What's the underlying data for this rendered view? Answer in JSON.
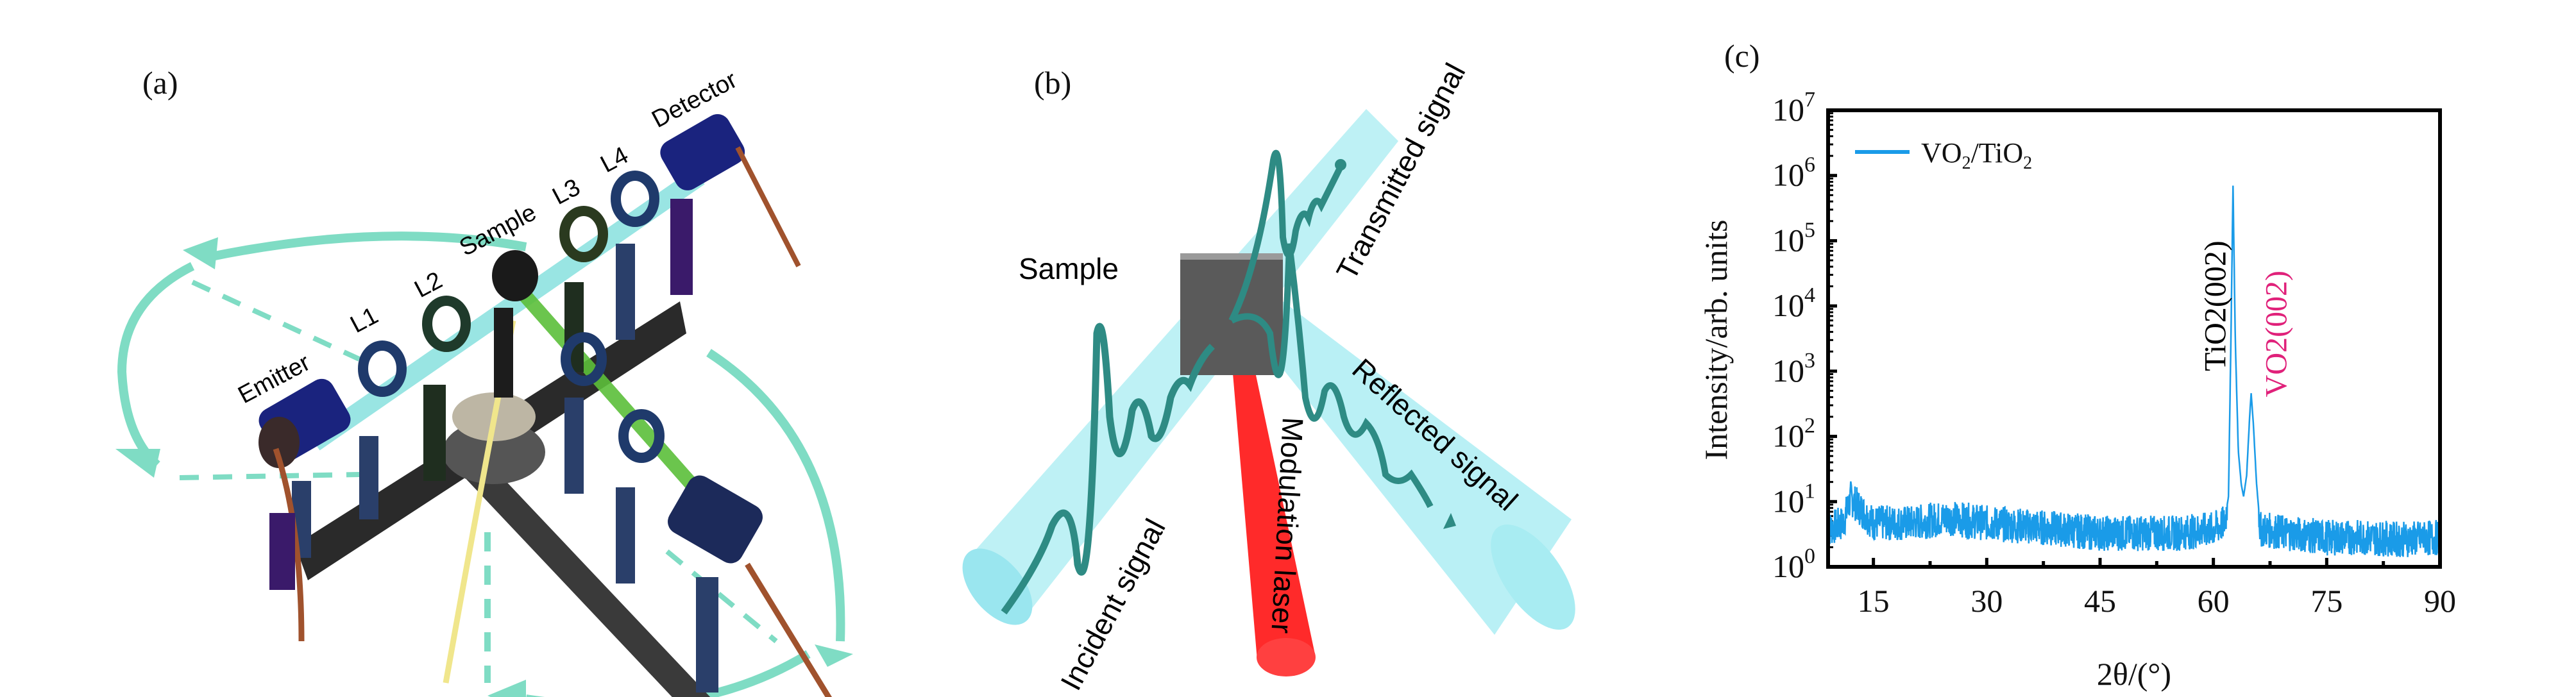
{
  "figure": {
    "panels": [
      {
        "label": "(a)",
        "type": "diagram",
        "components": [
          "Emitter",
          "L1",
          "L2",
          "Sample",
          "L3",
          "L4",
          "Detector"
        ]
      },
      {
        "label": "(b)",
        "type": "diagram",
        "components": [
          "Sample",
          "Incident signal",
          "Transmitted signal",
          "Reflected signal",
          "Modulation laser"
        ]
      },
      {
        "label": "(c)",
        "type": "chart"
      }
    ]
  },
  "panel_a": {
    "label": "(a)",
    "emitter": "Emitter",
    "l1": "L1",
    "l2": "L2",
    "sample": "Sample",
    "l3": "L3",
    "l4": "L4",
    "detector": "Detector",
    "colors": {
      "beam": "#8fe3e0",
      "arrow": "#7fdcc4",
      "lens_mount": "#1f3a6b",
      "emitter_body": "#1a237e",
      "rail": "#2a2a2a",
      "cable": "#a0522d",
      "green_beam": "#5cbf3a",
      "yellow_fiber": "#f0e68c"
    }
  },
  "panel_b": {
    "label": "(b)",
    "sample": "Sample",
    "incident": "Incident signal",
    "transmitted": "Transmitted signal",
    "reflected": "Reflected signal",
    "modulation": "Modulation laser",
    "colors": {
      "beam": "#a8ecf2",
      "wave": "#2e8b84",
      "laser": "#ff2020",
      "sample": "#5a5a5a"
    }
  },
  "chart_data": {
    "type": "line",
    "label": "(c)",
    "title": "",
    "xlabel": "2θ/(°)",
    "ylabel": "Intensity/arb. units",
    "xlim": [
      9,
      90
    ],
    "ylim": [
      1,
      10000000
    ],
    "yscale": "log",
    "xticks": [
      15,
      30,
      45,
      60,
      75,
      90
    ],
    "yticks": [
      "10^0",
      "10^1",
      "10^2",
      "10^3",
      "10^4",
      "10^5",
      "10^6",
      "10^7"
    ],
    "grid": false,
    "legend": {
      "position": "top-left",
      "entries": [
        "VO2/TiO2"
      ]
    },
    "series": [
      {
        "name": "VO2/TiO2",
        "color": "#1a9be8",
        "baseline_noise_range": [
          1.5,
          10
        ],
        "x": [
          9,
          11,
          12,
          15,
          20,
          25,
          30,
          35,
          40,
          45,
          50,
          55,
          60,
          61.5,
          62.0,
          62.3,
          62.6,
          62.9,
          63.3,
          63.7,
          64.0,
          64.4,
          64.8,
          65.0,
          65.3,
          65.7,
          66.2,
          70,
          75,
          80,
          85,
          90
        ],
        "y": [
          4,
          5,
          12,
          5,
          5,
          6,
          5,
          4.5,
          4,
          3.5,
          3.5,
          3.5,
          4,
          5,
          12,
          2000,
          700000,
          3000,
          60,
          18,
          12,
          25,
          200,
          460,
          150,
          20,
          4,
          3.5,
          3,
          3,
          2.8,
          3
        ]
      }
    ],
    "annotations": [
      {
        "text": "TiO2(002)",
        "x": 62.6,
        "color": "#000000",
        "rotation": "vertical"
      },
      {
        "text": "VO2(002)",
        "x": 65.0,
        "color": "#e0217a",
        "rotation": "vertical"
      }
    ]
  }
}
